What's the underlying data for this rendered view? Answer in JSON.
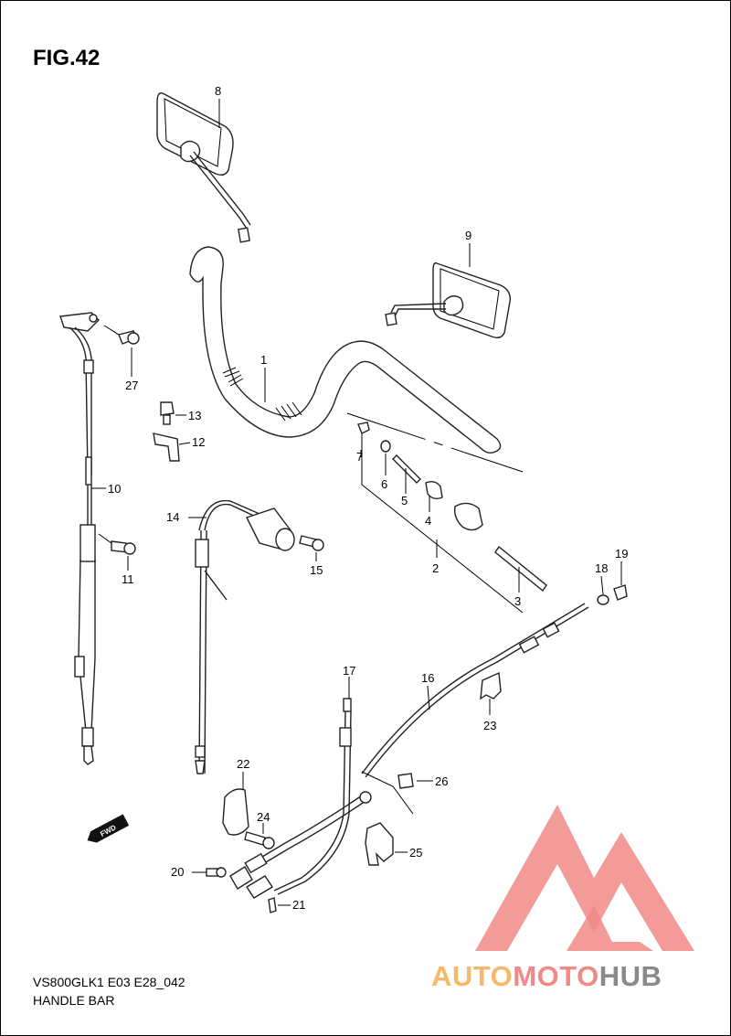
{
  "figure": {
    "title": "FIG.42",
    "model_code": "VS800GLK1 E03 E28_042",
    "section_name": "HANDLE BAR",
    "fwd_label": "FWD"
  },
  "callouts": {
    "c1": "1",
    "c2": "2",
    "c3": "3",
    "c4": "4",
    "c5": "5",
    "c6": "6",
    "c7": "7",
    "c8": "8",
    "c9": "9",
    "c10": "10",
    "c11": "11",
    "c12": "12",
    "c13": "13",
    "c14": "14",
    "c15": "15",
    "c16": "16",
    "c17": "17",
    "c18": "18",
    "c19": "19",
    "c20": "20",
    "c21": "21",
    "c22": "22",
    "c23": "23",
    "c24": "24",
    "c25": "25",
    "c26": "26",
    "c27": "27"
  },
  "watermark": {
    "part1": "AUTO",
    "part2": "MOTO",
    "part3": "HUB",
    "colors": {
      "auto": "#f6b96b",
      "moto": "#f08a86",
      "hub": "#8a8a8a",
      "mark": "#f08a86"
    }
  }
}
